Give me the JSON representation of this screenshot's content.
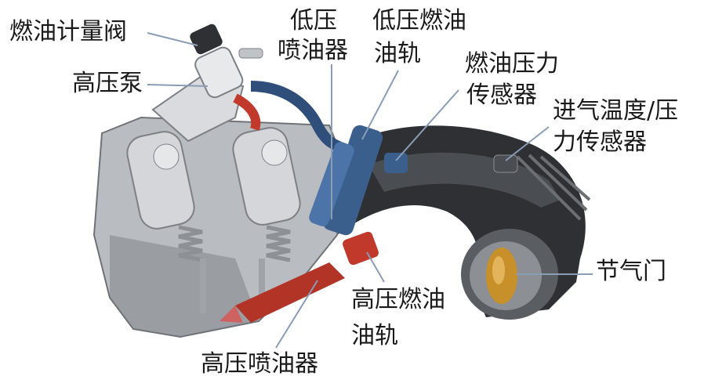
{
  "labels": {
    "fuel_metering_valve": "燃油计量阀",
    "high_pressure_pump": "高压泵",
    "low_pressure_injector_l1": "低压",
    "low_pressure_injector_l2": "喷油器",
    "low_pressure_rail_l1": "低压燃油",
    "low_pressure_rail_l2": "油轨",
    "fuel_pressure_sensor_l1": "燃油压力",
    "fuel_pressure_sensor_l2": "传感器",
    "intake_temp_pressure_sensor_l1": "进气温度/压",
    "intake_temp_pressure_sensor_l2": "力传感器",
    "throttle": "节气门",
    "high_pressure_rail_l1": "高压燃油",
    "high_pressure_rail_l2": "油轨",
    "high_pressure_injector": "高压喷油器"
  },
  "colors": {
    "leader_line": "#8a9db5",
    "engine_metal": "#b9bcc0",
    "engine_dark": "#2e3034",
    "low_pressure_fuel": "#3b5f8c",
    "high_pressure_fuel": "#c0392b",
    "throttle_plate": "#c8902a"
  }
}
